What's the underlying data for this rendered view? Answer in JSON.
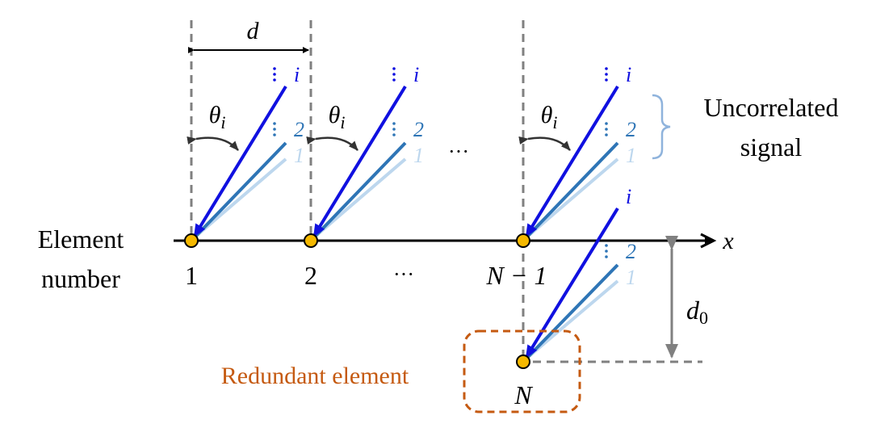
{
  "labels": {
    "spacing": "d",
    "angle": "θ",
    "angle_sub": "i",
    "axis": "x",
    "element_title_1": "Element",
    "element_title_2": "number",
    "elem_1": "1",
    "elem_2": "2",
    "elem_n1": "N − 1",
    "elem_n": "N",
    "ellipsis": "···",
    "signal_i": "i",
    "signal_2": "2",
    "signal_1": "1",
    "uncorrelated_1": "Uncorrelated",
    "uncorrelated_2": "signal",
    "offset": "d",
    "offset_sub": "0",
    "redundant": "Redundant element"
  },
  "colors": {
    "signal_i": "#1010e0",
    "signal_2": "#2e75b6",
    "signal_1": "#bdd7ee",
    "element": "#f5b800",
    "redundant": "#c55a11",
    "dash": "#808080"
  }
}
